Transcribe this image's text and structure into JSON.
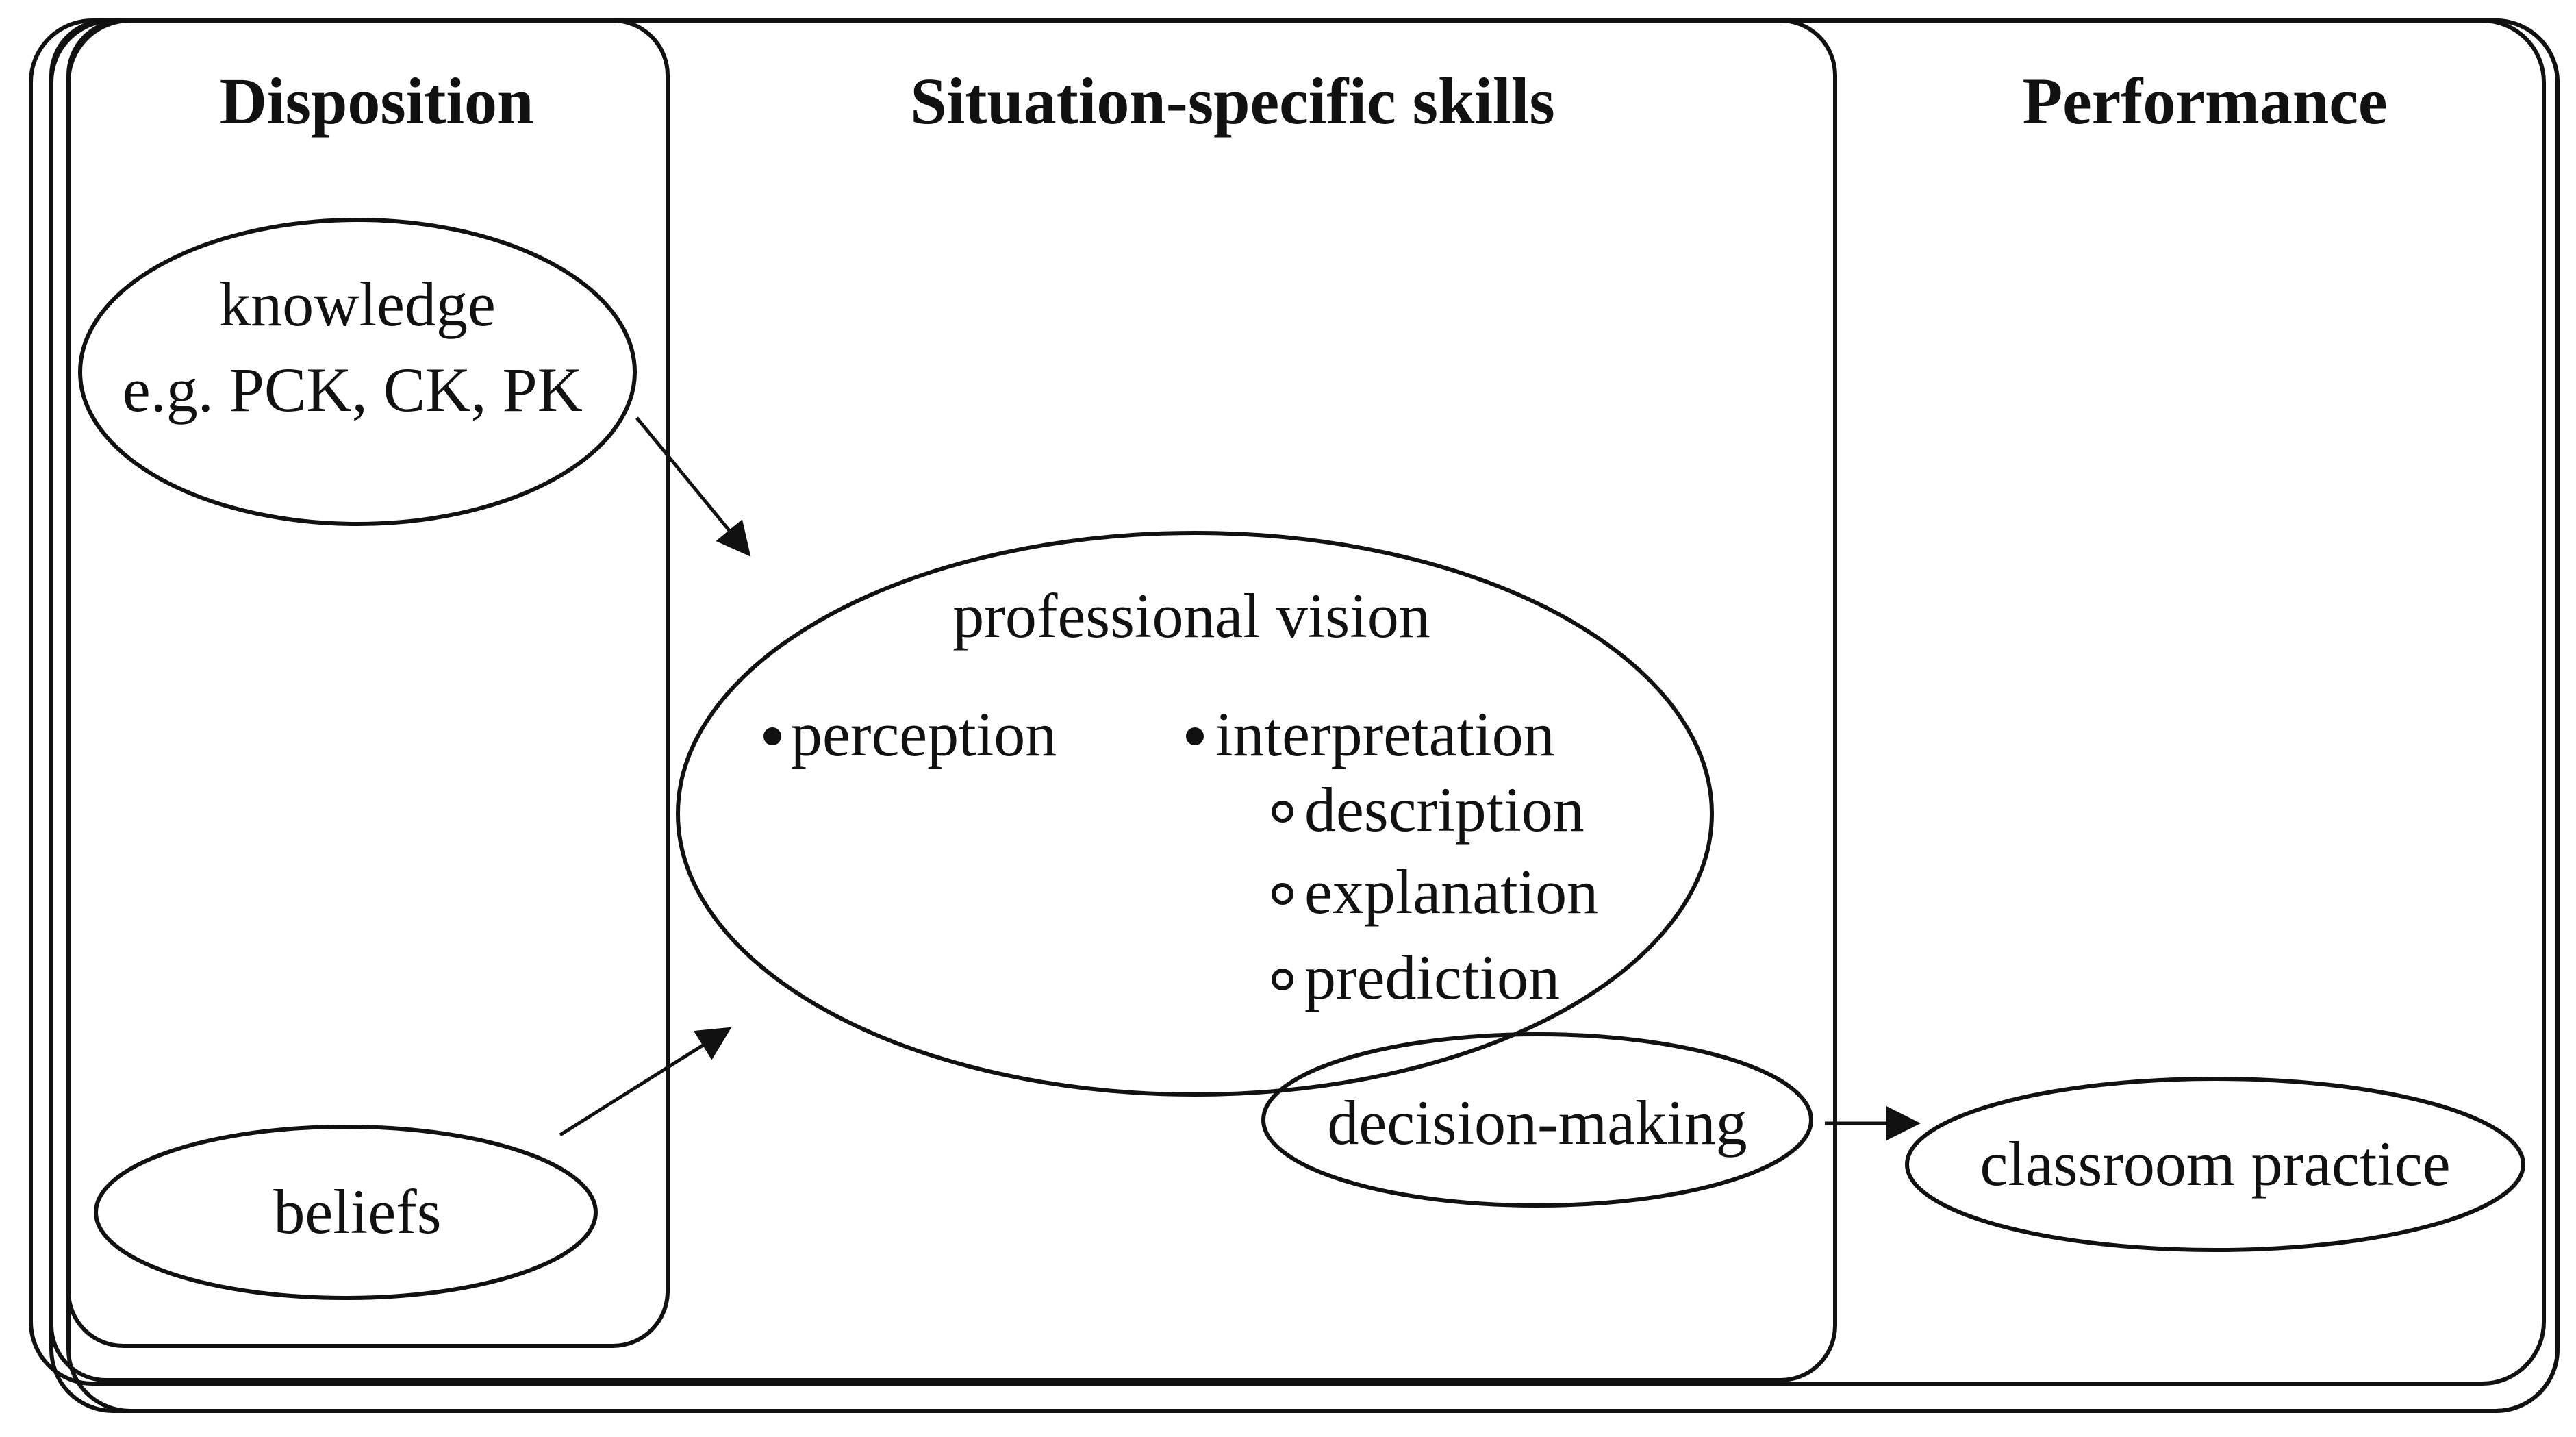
{
  "headings": {
    "disposition": "Disposition",
    "situation_specific_skills": "Situation-specific skills",
    "performance": "Performance"
  },
  "nodes": {
    "knowledge": {
      "line1": "knowledge",
      "line2": "e.g. PCK, CK, PK"
    },
    "beliefs": "beliefs",
    "professional_vision": {
      "title": "professional vision",
      "perception": "perception",
      "interpretation": "interpretation",
      "sub_items": [
        "description",
        "explanation",
        "prediction"
      ]
    },
    "decision_making": "decision-making",
    "classroom_practice": "classroom practice"
  },
  "colors": {
    "stroke": "#111111",
    "background": "#ffffff"
  }
}
